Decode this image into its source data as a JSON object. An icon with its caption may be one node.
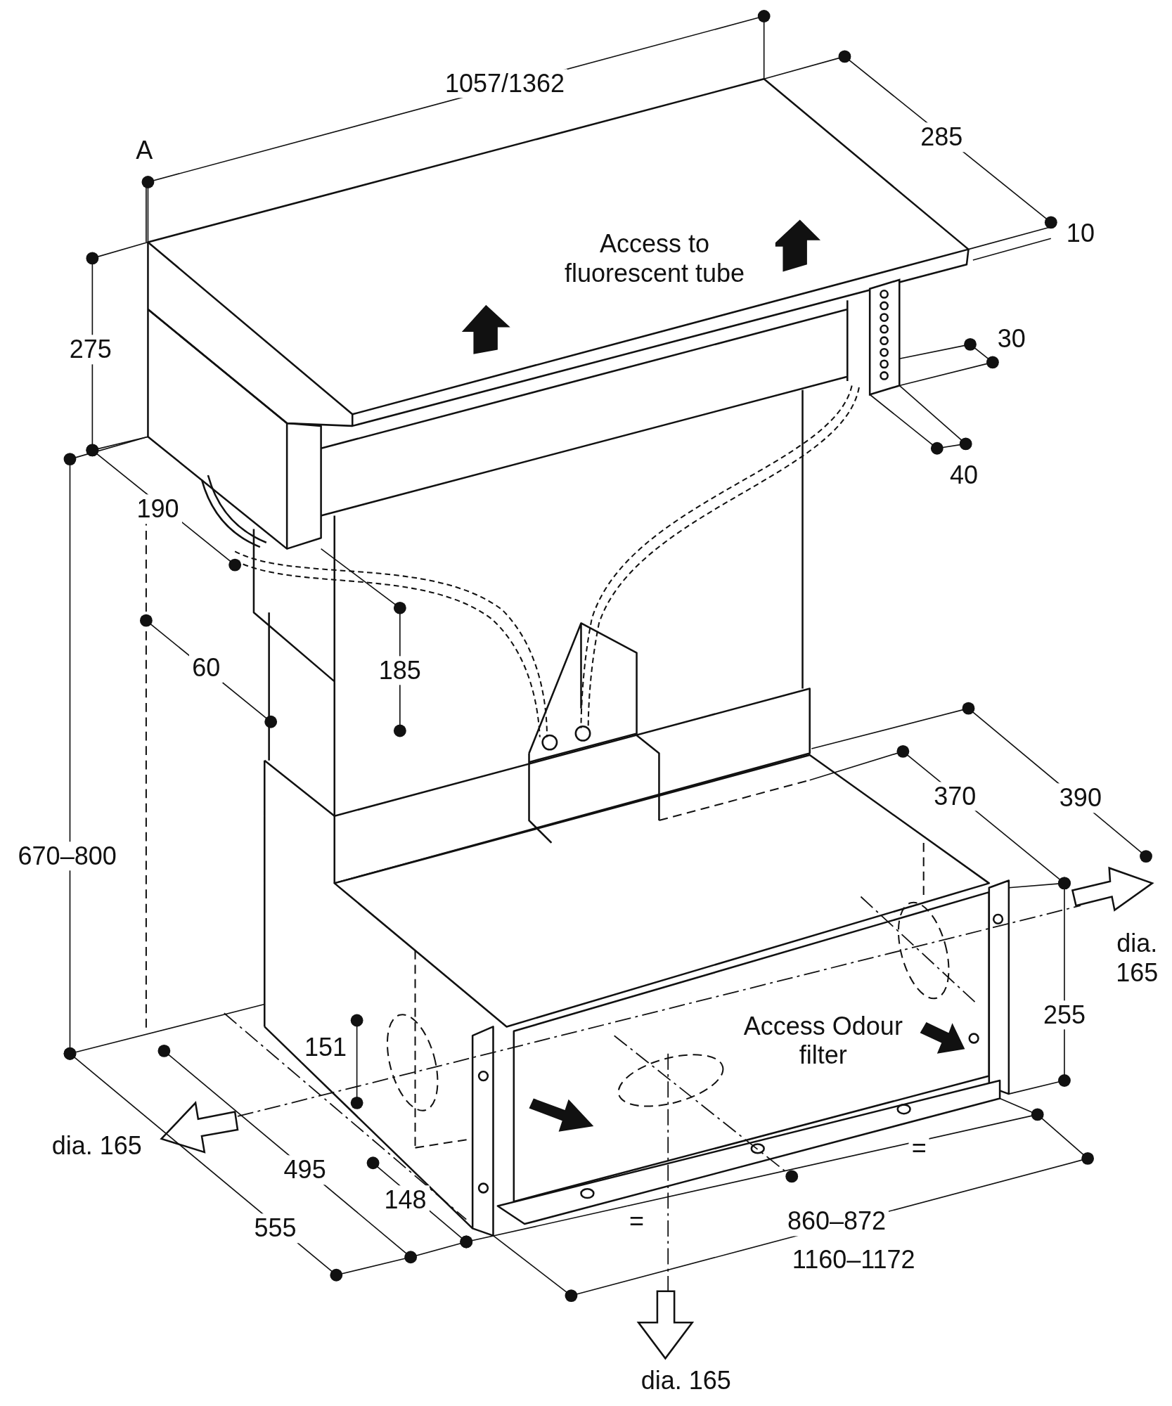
{
  "diagram": {
    "labels": [
      "1057/1362",
      "A",
      "285",
      "Access to fluorescent tube",
      "10",
      "30",
      "275",
      "40",
      "190",
      "60",
      "185",
      "670–800",
      "370",
      "390",
      "dia. 165",
      "Access Odour filter",
      "255",
      "151",
      "dia. 165",
      "495",
      "=",
      "148",
      "555",
      "=",
      "860–872",
      "1160–1172",
      "dia. 165"
    ]
  }
}
